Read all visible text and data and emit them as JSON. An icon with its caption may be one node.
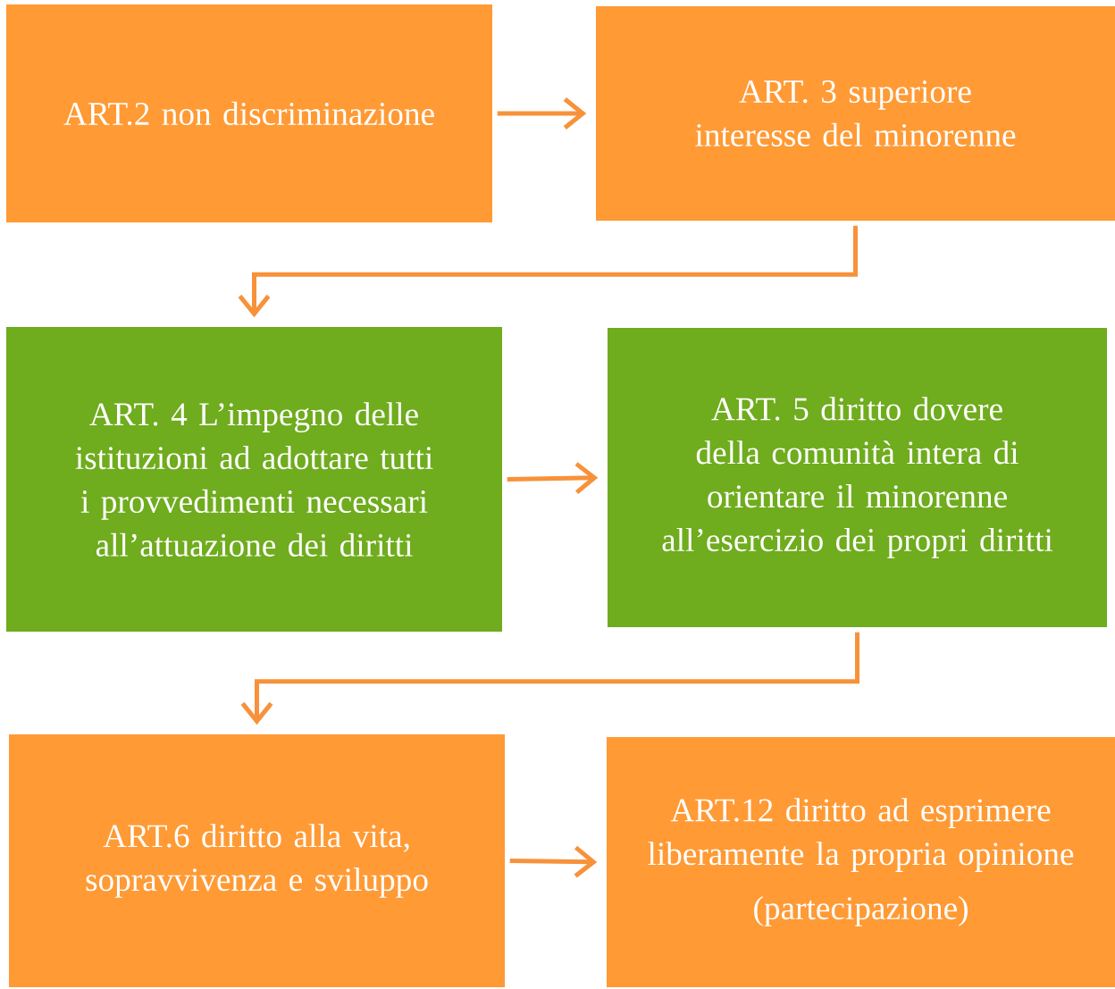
{
  "diagram": {
    "nodes": [
      {
        "text": [
          "ART.2  non discriminazione"
        ]
      },
      {
        "text": [
          "ART. 3  superiore interesse del minorenne"
        ]
      },
      {
        "text": [
          "ART. 4  L’impegno delle istituzioni ad adottare tutti i provvedimenti necessari all’attuazione dei diritti"
        ]
      },
      {
        "text": [
          "ART. 5 diritto dovere della comunità intera di orientare il minorenne all’esercizio dei propri diritti"
        ]
      },
      {
        "text": [
          "ART.6  diritto alla vita, sopravvivenza e sviluppo"
        ]
      },
      {
        "text": [
          "ART.12 diritto ad esprimere liberamente la propria opinione",
          "(partecipazione)"
        ]
      }
    ],
    "edges": [
      {
        "from": 0,
        "to": 1,
        "arrow": "to"
      },
      {
        "from": 1,
        "to": 2,
        "arrow": "to"
      },
      {
        "from": 2,
        "to": 3,
        "arrow": "to"
      },
      {
        "from": 3,
        "to": 4,
        "arrow": "to"
      },
      {
        "from": 4,
        "to": 5,
        "arrow": "to"
      }
    ]
  }
}
